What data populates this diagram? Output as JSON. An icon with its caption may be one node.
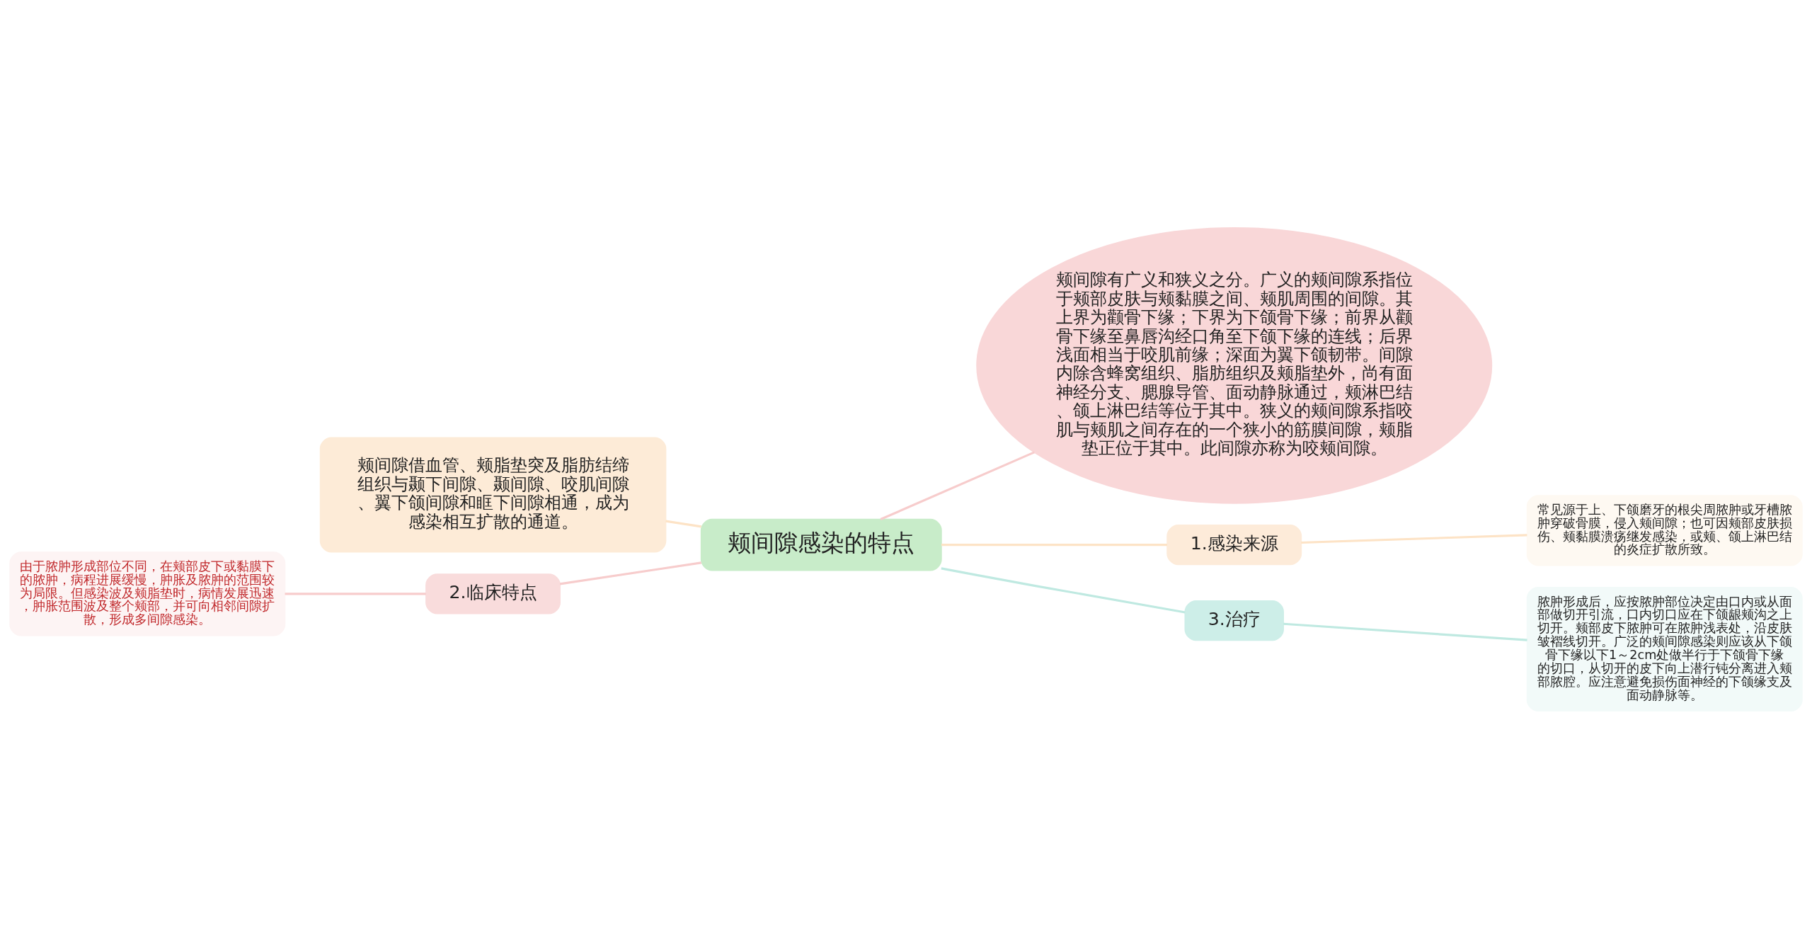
{
  "diagram": {
    "nodes": [
      {
        "text": [
          "颊间隙感染的特点"
        ]
      },
      {
        "text": [
          "颊间隙借血管、颊脂垫突及脂肪结缔组织与颞下间隙、颞间隙、咬肌间隙、翼下颌间隙和眶下间隙相通，成为感染相互扩散的通道。"
        ]
      },
      {
        "text": [
          "颊间隙有广义和狭义之分。广义的颊间隙系指位于颊部皮肤与颊黏膜之间、颊肌周围的间隙。其上界为颧骨下缘；下界为下颌骨下缘；前界从颧骨下缘至鼻唇沟经口角至下颌下缘的连线；后界浅面相当于咬肌前缘；深面为翼下颌韧带。间隙内除含蜂窝组织、脂肪组织及颊脂垫外，尚有面神经分支、腮腺导管、面动静脉通过，颊淋巴结、颌上淋巴结等位于其中。狭义的颊间隙系指咬肌与颊肌之间存在的一个狭小的筋膜间隙，颊脂垫正位于其中。此间隙亦称为咬颊间隙。"
        ]
      },
      {
        "text": [
          "2.临床特点"
        ]
      },
      {
        "text": [
          "由于脓肿形成部位不同，在颊部皮下或黏膜下的脓肿，病程进展缓慢，肿胀及脓肿的范围较为局限。但感染波及颊脂垫时，病情发展迅速，肿胀范围波及整个颊部，并可向相邻间隙扩散，形成多间隙感染。"
        ]
      },
      {
        "text": [
          "1.感染来源"
        ]
      },
      {
        "text": [
          "常见源于上、下颌磨牙的根尖周脓肿或牙槽脓肿穿破骨膜，侵入颊间隙；也可因颊部皮肤损伤、颊黏膜溃疡继发感染，或颊、颌上淋巴结的炎症扩散所致。"
        ]
      },
      {
        "text": [
          "3.治疗"
        ]
      },
      {
        "text": [
          "脓肿形成后，应按脓肿部位决定由口内或从面部做切开引流，口内切口应在下颌龈颊沟之上切开。颊部皮下脓肿可在脓肿浅表处，沿皮肤皱褶线切开。广泛的颊间隙感染则应该从下颌骨下缘以下1～2cm处做半行于下颌骨下缘的切口，从切开的皮下向上潜行钝分离进入颊部脓腔。应注意避免损伤面神经的下颌缘支及面动静脉等。"
        ]
      }
    ],
    "edges": [
      {
        "from": 0,
        "to": 1,
        "arrow": "none",
        "color": "#fde3c6"
      },
      {
        "from": 0,
        "to": 2,
        "arrow": "none",
        "color": "#f7cccc"
      },
      {
        "from": 0,
        "to": 3,
        "arrow": "none",
        "color": "#f7cccc"
      },
      {
        "from": 3,
        "to": 4,
        "arrow": "none",
        "color": "#f7cccc"
      },
      {
        "from": 0,
        "to": 5,
        "arrow": "none",
        "color": "#fde3c6"
      },
      {
        "from": 5,
        "to": 6,
        "arrow": "none",
        "color": "#fde3c6"
      },
      {
        "from": 0,
        "to": 7,
        "arrow": "none",
        "color": "#bfe9e1"
      },
      {
        "from": 7,
        "to": 8,
        "arrow": "none",
        "color": "#bfe9e1"
      }
    ]
  }
}
